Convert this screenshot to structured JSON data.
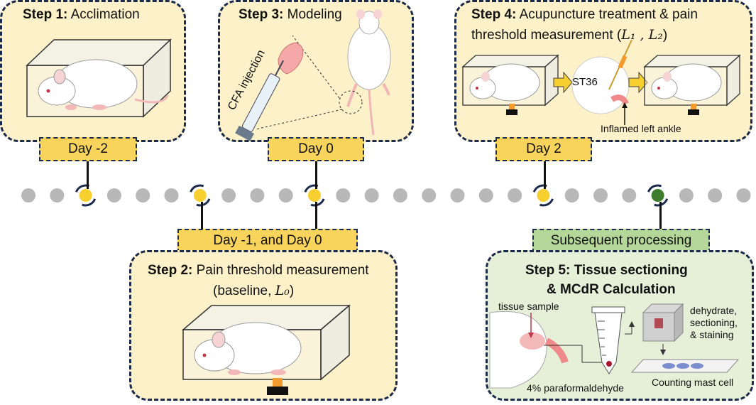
{
  "step1": {
    "title_bold": "Step 1:",
    "title_rest": " Acclimation",
    "tag": "Day -2"
  },
  "step3": {
    "title_bold": "Step 3:",
    "title_rest": " Modeling",
    "tag": "Day 0",
    "injection_label": "CFA injection"
  },
  "step4": {
    "title_bold": "Step 4:",
    "title_line1": " Acupuncture treatment & pain",
    "title_line2": "threshold measurement (",
    "title_math": "L₁ , L₂",
    "title_close": ")",
    "tag": "Day 2",
    "acupoint": "ST36",
    "ankle_label": "Inflamed  left  ankle"
  },
  "step2": {
    "title_bold": "Step 2:",
    "title_rest": " Pain threshold measurement",
    "subtitle_pre": "(baseline, ",
    "subtitle_math": "L₀",
    "subtitle_post": ")",
    "tag": "Day -1, and Day 0"
  },
  "step5": {
    "title_line1": "Step 5: Tissue sectioning",
    "title_line2": "& MCdR Calculation",
    "tag": "Subsequent processing",
    "tissue_label": "tissue  sample",
    "fixative_label": "4% paraformaldehyde",
    "process_label_1": "dehydrate,",
    "process_label_2": "sectioning,",
    "process_label_3": "& staining",
    "count_label": "Counting  mast cell"
  },
  "colors": {
    "panel_yellow": "#fdf1c9",
    "panel_green": "#e6f0d8",
    "tag_yellow": "#f8d45c",
    "tag_green": "#b5d89a",
    "border": "#1b2a4a",
    "dot_gray": "#b8b8b8",
    "dot_yellow": "#f7d030",
    "dot_green": "#3e7d2d"
  }
}
